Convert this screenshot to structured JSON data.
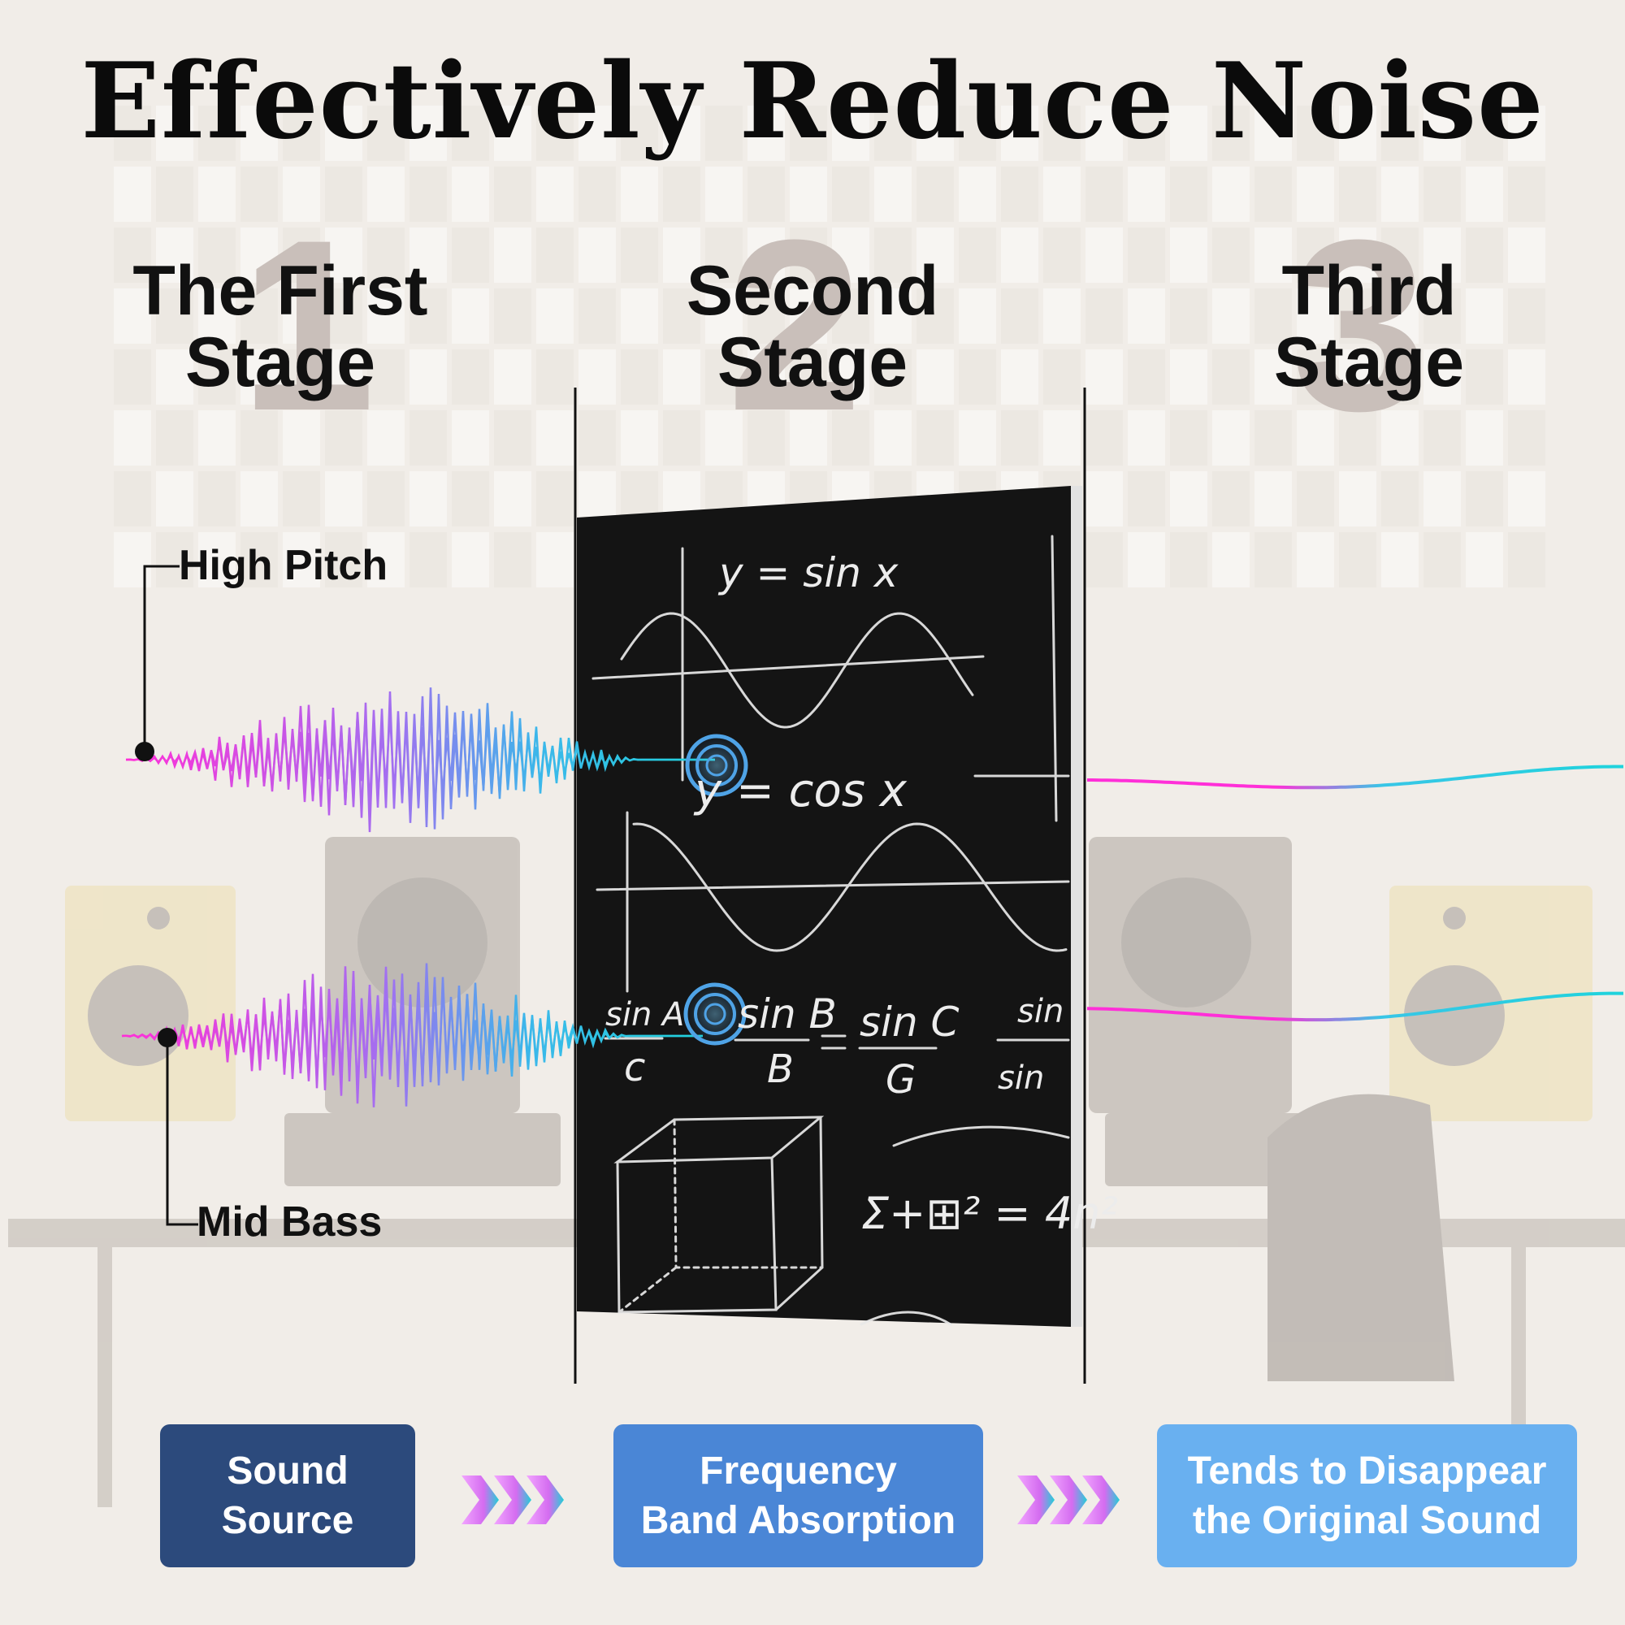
{
  "title": "Effectively Reduce Noise",
  "stages": [
    {
      "number": "1",
      "line1": "The First",
      "line2": "Stage"
    },
    {
      "number": "2",
      "line1": "Second",
      "line2": "Stage"
    },
    {
      "number": "3",
      "line1": "Third",
      "line2": "Stage"
    }
  ],
  "labels": {
    "high_pitch": "High Pitch",
    "mid_bass": "Mid Bass"
  },
  "chalkboard": {
    "eq_sin": "y = sin x",
    "eq_cos": "y = cos x",
    "eq_law_a": "sin A",
    "eq_law_a_den": "c",
    "eq_law_b": "sin B",
    "eq_law_b_den": "B",
    "eq_law_c": "sin C",
    "eq_law_c_den": "G",
    "eq_sum": "Σ+⊞² = 4n²",
    "eq_side": "sin",
    "eq_side2": "sin"
  },
  "steps": [
    {
      "line1": "Sound",
      "line2": "Source"
    },
    {
      "line1": "Frequency",
      "line2": "Band Absorption"
    },
    {
      "line1": "Tends to Disappear",
      "line2": "the Original Sound"
    }
  ],
  "colors": {
    "step1": "#2c4a7c",
    "step2": "#4a86d6",
    "step3": "#69b0f0",
    "wave_start": "#ff2fd8",
    "wave_end": "#1fd3dc",
    "chalkboard": "#141414"
  }
}
